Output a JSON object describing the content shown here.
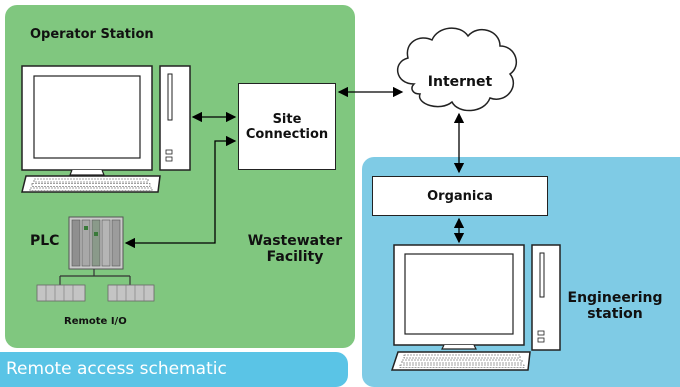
{
  "facility": {
    "operator_station_label": "Operator Station",
    "wastewater_label": "Wastewater\nFacility",
    "plc_label": "PLC",
    "remote_io_label": "Remote I/O"
  },
  "site_connection_label": "Site\nConnection",
  "internet_label": "Internet",
  "organica_label": "Organica",
  "engineering_label": "Engineering\nstation",
  "caption": "Remote access schematic",
  "colors": {
    "facility_panel": "#80c77f",
    "engineering_panel": "#7fcbe5",
    "caption_band": "#5ac4e6"
  },
  "icons": [
    "desktop-computer-icon",
    "plc-rack-icon",
    "io-module-icon",
    "cloud-icon",
    "double-arrow-icon"
  ]
}
